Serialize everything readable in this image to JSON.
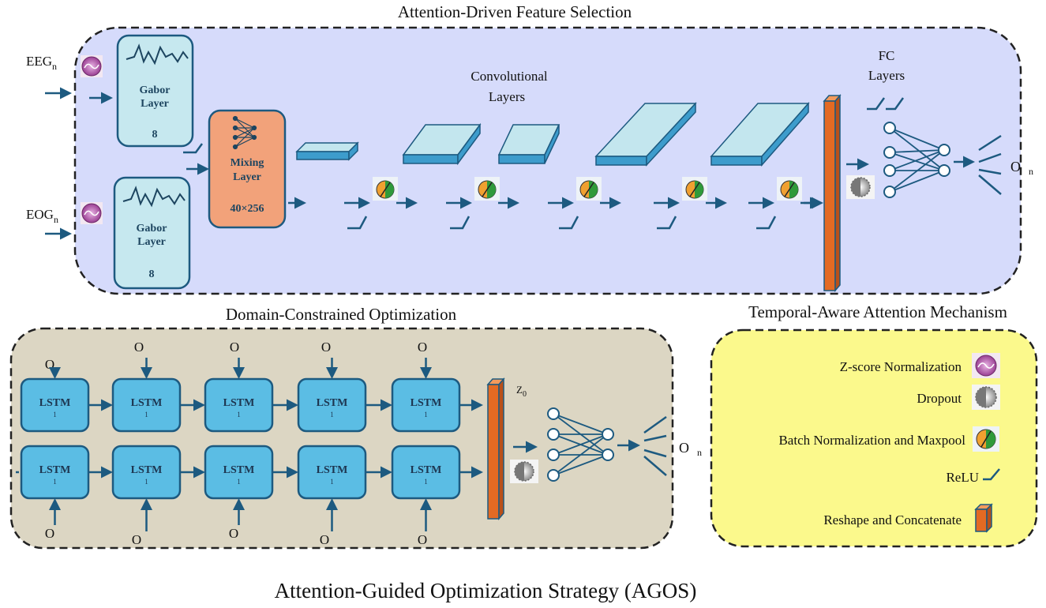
{
  "titles": {
    "top": "Attention-Driven Feature Selection",
    "bottom_left": "Domain-Constrained Optimization",
    "bottom_right": "Temporal-Aware Attention Mechanism",
    "main": "Attention-Guided Optimization Strategy (AGOS)"
  },
  "inputs": {
    "eeg": "EEG",
    "eeg_sub": "n",
    "eog": "EOG",
    "eog_sub": "n"
  },
  "gabor": {
    "label_line1": "Gabor",
    "label_line2": "Layer",
    "count": "8"
  },
  "mixing": {
    "label_line1": "Mixing",
    "label_line2": "Layer",
    "size": "40×256"
  },
  "conv_label": {
    "line1": "Convolutional",
    "line2": "Layers"
  },
  "fc_label": {
    "line1": "FC",
    "line2": "Layers"
  },
  "output_top": {
    "o": "O",
    "n": "n"
  },
  "lstm": {
    "label": "LSTM",
    "sub": "1",
    "input_label": "O",
    "z_label": "Z",
    "z_sub": "0"
  },
  "output_bottom": {
    "o": "O",
    "n": "n"
  },
  "legend": {
    "zscore": "Z-score Normalization",
    "dropout": "Dropout",
    "batchnorm": "Batch Normalization and Maxpool",
    "relu": "ReLU",
    "reshape": "Reshape and Concatenate"
  },
  "colors": {
    "top_panel_bg": "#d6dbfb",
    "bottom_left_bg": "#dcd6c3",
    "legend_bg": "#fbf98c",
    "gabor_fill": "#c6e8ef",
    "mixing_fill": "#f2a27a",
    "conv_top": "#c3e6ee",
    "conv_side": "#3d9ccc",
    "lstm_fill": "#5bbde4",
    "reshape_orange": "#e36a23",
    "arrow": "#1d5a80",
    "zscore_purple": "#a54fa0"
  }
}
